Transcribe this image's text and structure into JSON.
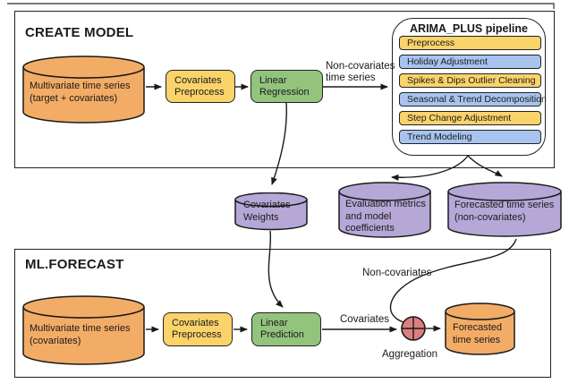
{
  "colors": {
    "orange": "#F3AC66",
    "yellow": "#FBD36B",
    "green": "#93C47D",
    "purple": "#B5A8D7",
    "blue": "#A7C4EE",
    "red": "#DD7E7E",
    "ink": "#1A1A1A",
    "frame": "#4D4D4D"
  },
  "create_model": {
    "title": "CREATE MODEL",
    "source_db": {
      "lines": [
        "Multivariate time series",
        "(target + covariates)"
      ]
    },
    "covariates_preprocess": {
      "lines": [
        "Covariates",
        "Preprocess"
      ]
    },
    "linear_regression": {
      "lines": [
        "Linear",
        "Regression"
      ]
    },
    "noncov_label": {
      "lines": [
        "Non-covariates",
        "time series"
      ]
    },
    "pipeline": {
      "title": "ARIMA_PLUS pipeline",
      "steps": [
        {
          "label": "Preprocess",
          "color": "yellow"
        },
        {
          "label": "Holiday Adjustment",
          "color": "blue"
        },
        {
          "label": "Spikes & Dips Outlier Cleaning",
          "color": "yellow"
        },
        {
          "label": "Seasonal & Trend Decomposition",
          "color": "blue"
        },
        {
          "label": "Step Change Adjustment",
          "color": "yellow"
        },
        {
          "label": "Trend Modeling",
          "color": "blue"
        }
      ]
    }
  },
  "artifacts": {
    "covariates_weights": {
      "lines": [
        "Covariates",
        "Weights"
      ]
    },
    "evaluation_metrics": {
      "lines": [
        "Evaluation metrics",
        "and model",
        "coefficients"
      ]
    },
    "forecasted_noncov": {
      "lines": [
        "Forecasted time series",
        "(non-covariates)"
      ]
    }
  },
  "ml_forecast": {
    "title": "ML.FORECAST",
    "source_db": {
      "lines": [
        "Multivariate time series",
        "(covariates)"
      ]
    },
    "covariates_preprocess": {
      "lines": [
        "Covariates",
        "Preprocess"
      ]
    },
    "linear_prediction": {
      "lines": [
        "Linear",
        "Prediction"
      ]
    },
    "covariates_label": "Covariates",
    "noncovariates_label": "Non-covariates",
    "aggregation_label": "Aggregation",
    "output_db": {
      "lines": [
        "Forecasted",
        "time series"
      ]
    }
  }
}
